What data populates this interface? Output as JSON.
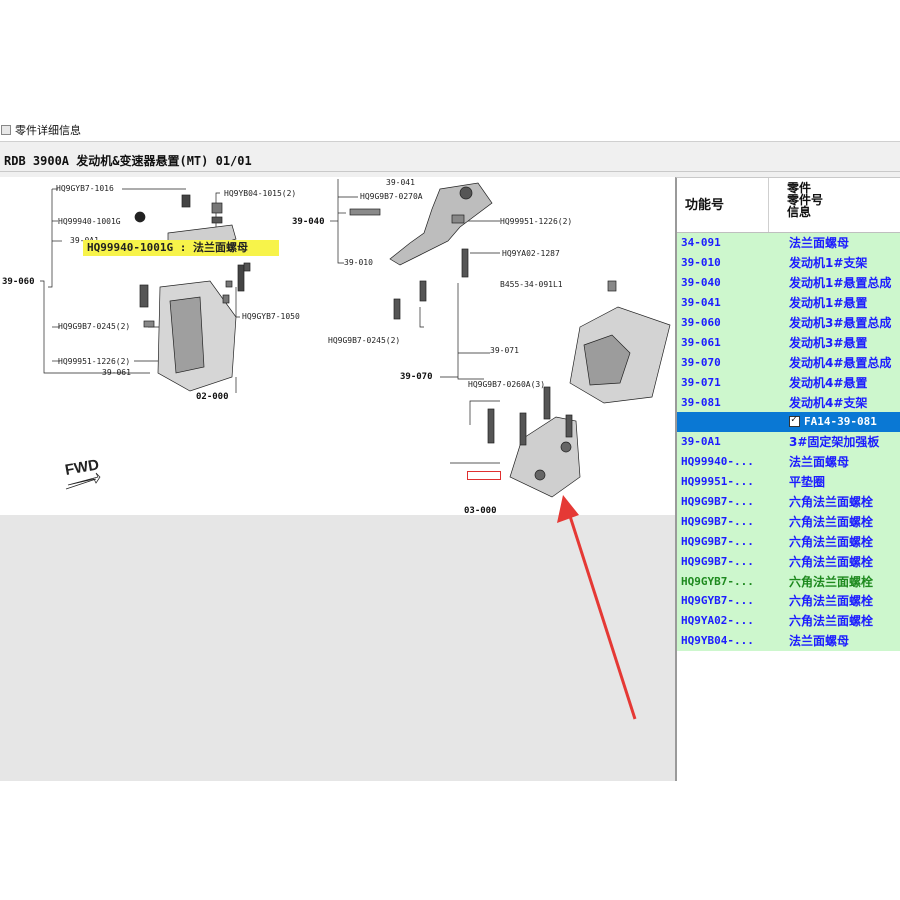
{
  "window": {
    "title": "零件详细信息"
  },
  "diagram": {
    "title": "RDB  3900A  发动机&变速器悬置(MT) 01/01",
    "highlight_text": "HQ99940-1001G : 法兰面螺母",
    "red_tag_text": "",
    "fwd_label": "FWD",
    "callouts": {
      "c1": "HQ9GYB7-1016",
      "c2": "HQ99940-1001G",
      "c3": "39-0A1",
      "c4": "HQ9YB04-1015(2)",
      "c5": "39-060",
      "c6": "HQ9G9B7-0245(2)",
      "c7": "HQ99951-1226(2)",
      "c8": "39-061",
      "c9": "HQ9GYB7-1050",
      "c10": "02-000",
      "c11": "39-041",
      "c12": "HQ9G9B7-0270A",
      "c13": "39-040",
      "c14": "HQ99951-1226(2)",
      "c15": "39-010",
      "c16": "HQ9YA02-1287",
      "c17": "B455-34-091L1",
      "c18": "HQ9G9B7-0245(2)",
      "c19": "39-071",
      "c20": "39-070",
      "c21": "HQ9G9B7-0260A(3)",
      "c22": "03-000"
    }
  },
  "parts_table": {
    "header_code": "功能号",
    "header_info": "零件\n零件号\n信息",
    "rows": [
      {
        "code": "34-091",
        "name": "法兰面螺母"
      },
      {
        "code": "39-010",
        "name": "发动机1#支架"
      },
      {
        "code": "39-040",
        "name": "发动机1#悬置总成"
      },
      {
        "code": "39-041",
        "name": "发动机1#悬置"
      },
      {
        "code": "39-060",
        "name": "发动机3#悬置总成"
      },
      {
        "code": "39-061",
        "name": "发动机3#悬置"
      },
      {
        "code": "39-070",
        "name": "发动机4#悬置总成"
      },
      {
        "code": "39-071",
        "name": "发动机4#悬置"
      },
      {
        "code": "39-081",
        "name": "发动机4#支架"
      },
      {
        "code": "",
        "name": "FA14-39-081"
      },
      {
        "code": "39-0A1",
        "name": "3#固定架加强板"
      },
      {
        "code": "HQ99940-...",
        "name": "法兰面螺母"
      },
      {
        "code": "HQ99951-...",
        "name": "平垫圈"
      },
      {
        "code": "HQ9G9B7-...",
        "name": "六角法兰面螺栓"
      },
      {
        "code": "HQ9G9B7-...",
        "name": "六角法兰面螺栓"
      },
      {
        "code": "HQ9G9B7-...",
        "name": "六角法兰面螺栓"
      },
      {
        "code": "HQ9G9B7-...",
        "name": "六角法兰面螺栓"
      },
      {
        "code": "HQ9GYB7-...",
        "name": "六角法兰面螺栓"
      },
      {
        "code": "HQ9GYB7-...",
        "name": "六角法兰面螺栓"
      },
      {
        "code": "HQ9YA02-...",
        "name": "六角法兰面螺栓"
      },
      {
        "code": "HQ9YB04-...",
        "name": "法兰面螺母"
      }
    ]
  },
  "colors": {
    "row_bg": "#cdf7cd",
    "row_text": "#1c1cff",
    "selected_bg": "#0a78d4",
    "highlight_bg": "#f7f34a",
    "arrow": "#e53935",
    "green_text": "#1e8a1e"
  }
}
